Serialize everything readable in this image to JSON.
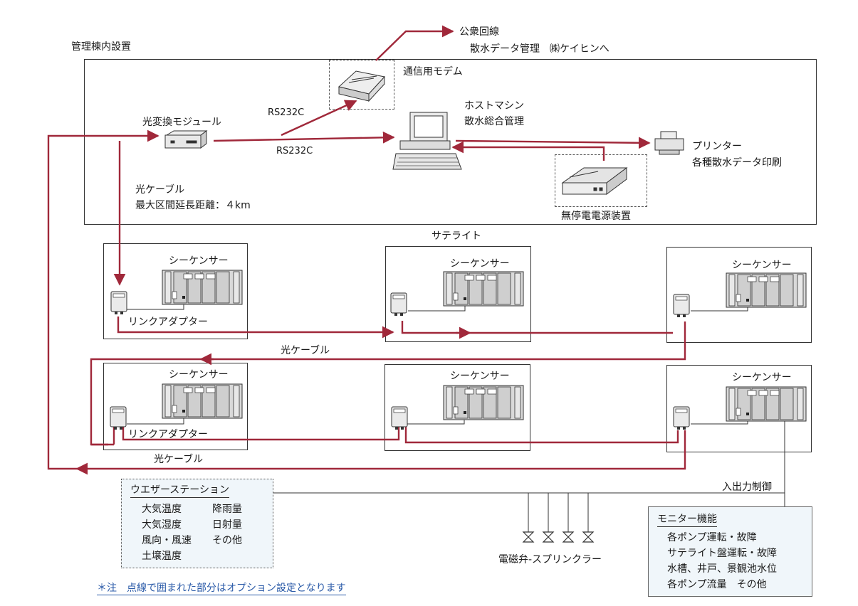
{
  "labels": {
    "building": "管理棟内設置",
    "public_line": "公衆回線",
    "sprinkler_data": "散水データ管理　㈱ケイヒンへ",
    "modem": "通信用モデム",
    "rs232c_top": "RS232C",
    "rs232c_bottom": "RS232C",
    "host_1": "ホストマシン",
    "host_2": "散水総合管理",
    "optical_module": "光変換モジュール",
    "printer_1": "プリンター",
    "printer_2": "各種散水データ印刷",
    "optical_cable_1": "光ケーブル",
    "max_distance": "最大区間延長距離：４km",
    "ups": "無停電電源装置",
    "satellite": "サテライト",
    "link_adapter_1": "リンクアダプター",
    "link_adapter_2": "リンクアダプター",
    "optical_cable_2": "光ケーブル",
    "optical_cable_3": "光ケーブル",
    "io_control": "入出力制御",
    "solenoid": "電磁弁-スプリンクラー",
    "note": "＊注　点線で囲まれた部分はオプション設定となります"
  },
  "sequencers": [
    "シーケンサー",
    "シーケンサー",
    "シーケンサー",
    "シーケンサー",
    "シーケンサー",
    "シーケンサー"
  ],
  "weather_station": {
    "title": "ウエザーステーション",
    "items": [
      "大気温度",
      "降雨量",
      "大気湿度",
      "日射量",
      "風向・風速",
      "その他",
      "土壌温度"
    ]
  },
  "monitor": {
    "title": "モニター機能",
    "items": [
      "各ポンプ運転・故障",
      "サテライト盤運転・故障",
      "水槽、井戸、景観池水位",
      "各ポンプ流量　その他"
    ]
  },
  "colors": {
    "wire": "#a0283a",
    "line": "#333333",
    "panel_bg": "#f0f6fa",
    "note": "#2a5aa8"
  },
  "icons": [
    "modem-icon",
    "computer-icon",
    "optical-module-icon",
    "printer-icon",
    "ups-icon",
    "link-adapter-icon",
    "sequencer-icon",
    "valve-icon"
  ]
}
